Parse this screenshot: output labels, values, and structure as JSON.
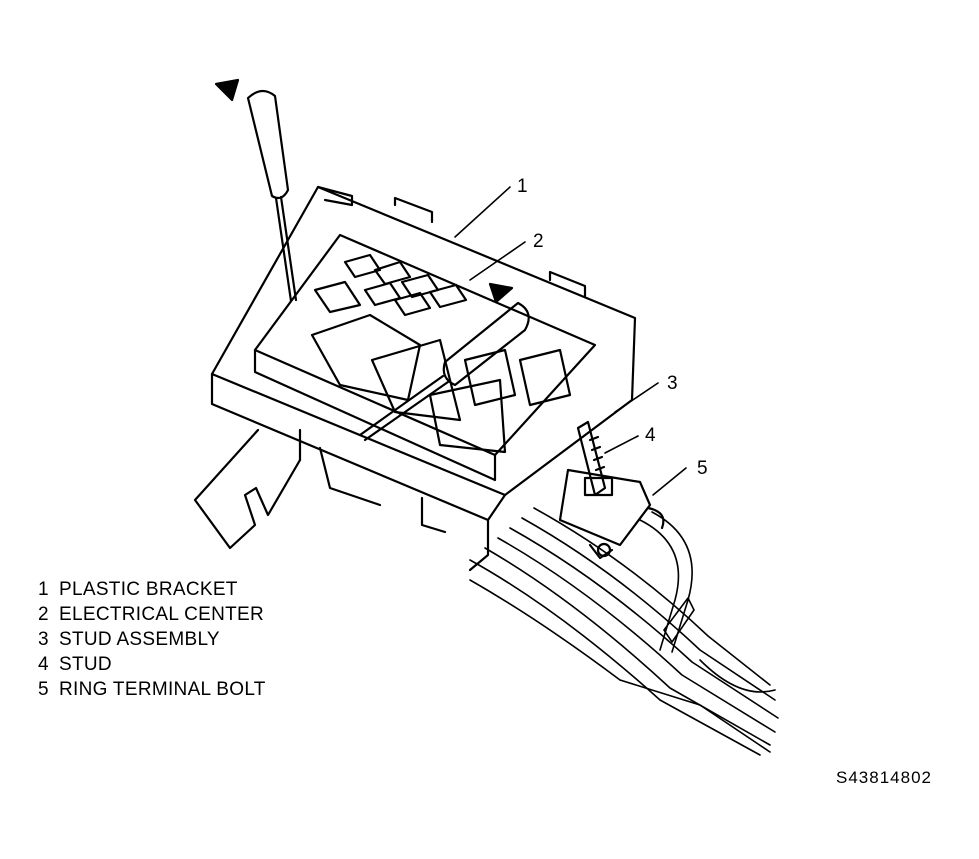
{
  "callouts": [
    {
      "number": "1",
      "label": "PLASTIC BRACKET"
    },
    {
      "number": "2",
      "label": "ELECTRICAL CENTER"
    },
    {
      "number": "3",
      "label": "STUD ASSEMBLY"
    },
    {
      "number": "4",
      "label": "STUD"
    },
    {
      "number": "5",
      "label": "RING TERMINAL BOLT"
    }
  ],
  "figure_id": "S43814802"
}
